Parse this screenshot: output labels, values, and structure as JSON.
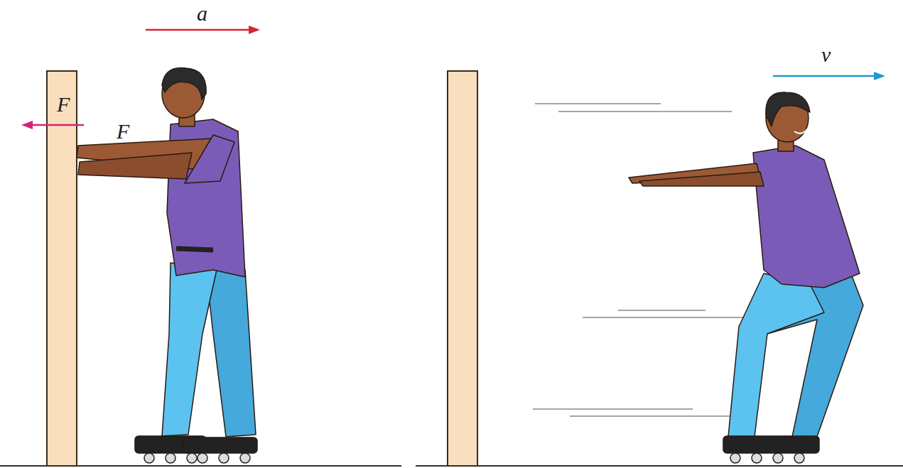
{
  "diagram": {
    "labels": [
      "a",
      "F",
      "F",
      "v"
    ]
  }
}
